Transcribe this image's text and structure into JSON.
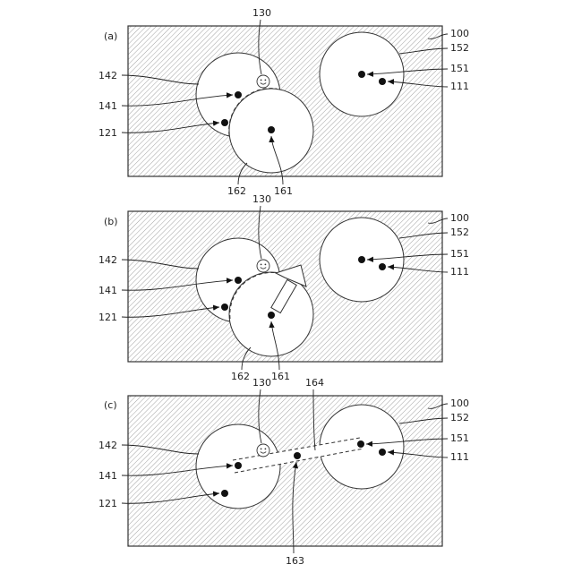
{
  "panels": [
    {
      "tag": "(a)",
      "labels": {
        "frame": "100",
        "near_zone": "142",
        "current": "141",
        "start": "121",
        "user": "130",
        "far_zone": "152",
        "far_point": "151",
        "target": "111",
        "overlap": "162",
        "moved": "161"
      }
    },
    {
      "tag": "(b)",
      "labels": {
        "frame": "100",
        "near_zone": "142",
        "current": "141",
        "start": "121",
        "user": "130",
        "far_zone": "152",
        "far_point": "151",
        "target": "111",
        "overlap": "162",
        "moved": "161"
      }
    },
    {
      "tag": "(c)",
      "labels": {
        "frame": "100",
        "near_zone": "142",
        "current": "141",
        "start": "121",
        "user": "130",
        "far_zone": "152",
        "far_point": "151",
        "target": "111",
        "path": "164",
        "path_point": "163"
      }
    }
  ],
  "icons": {
    "user": "smiley-face-icon"
  }
}
